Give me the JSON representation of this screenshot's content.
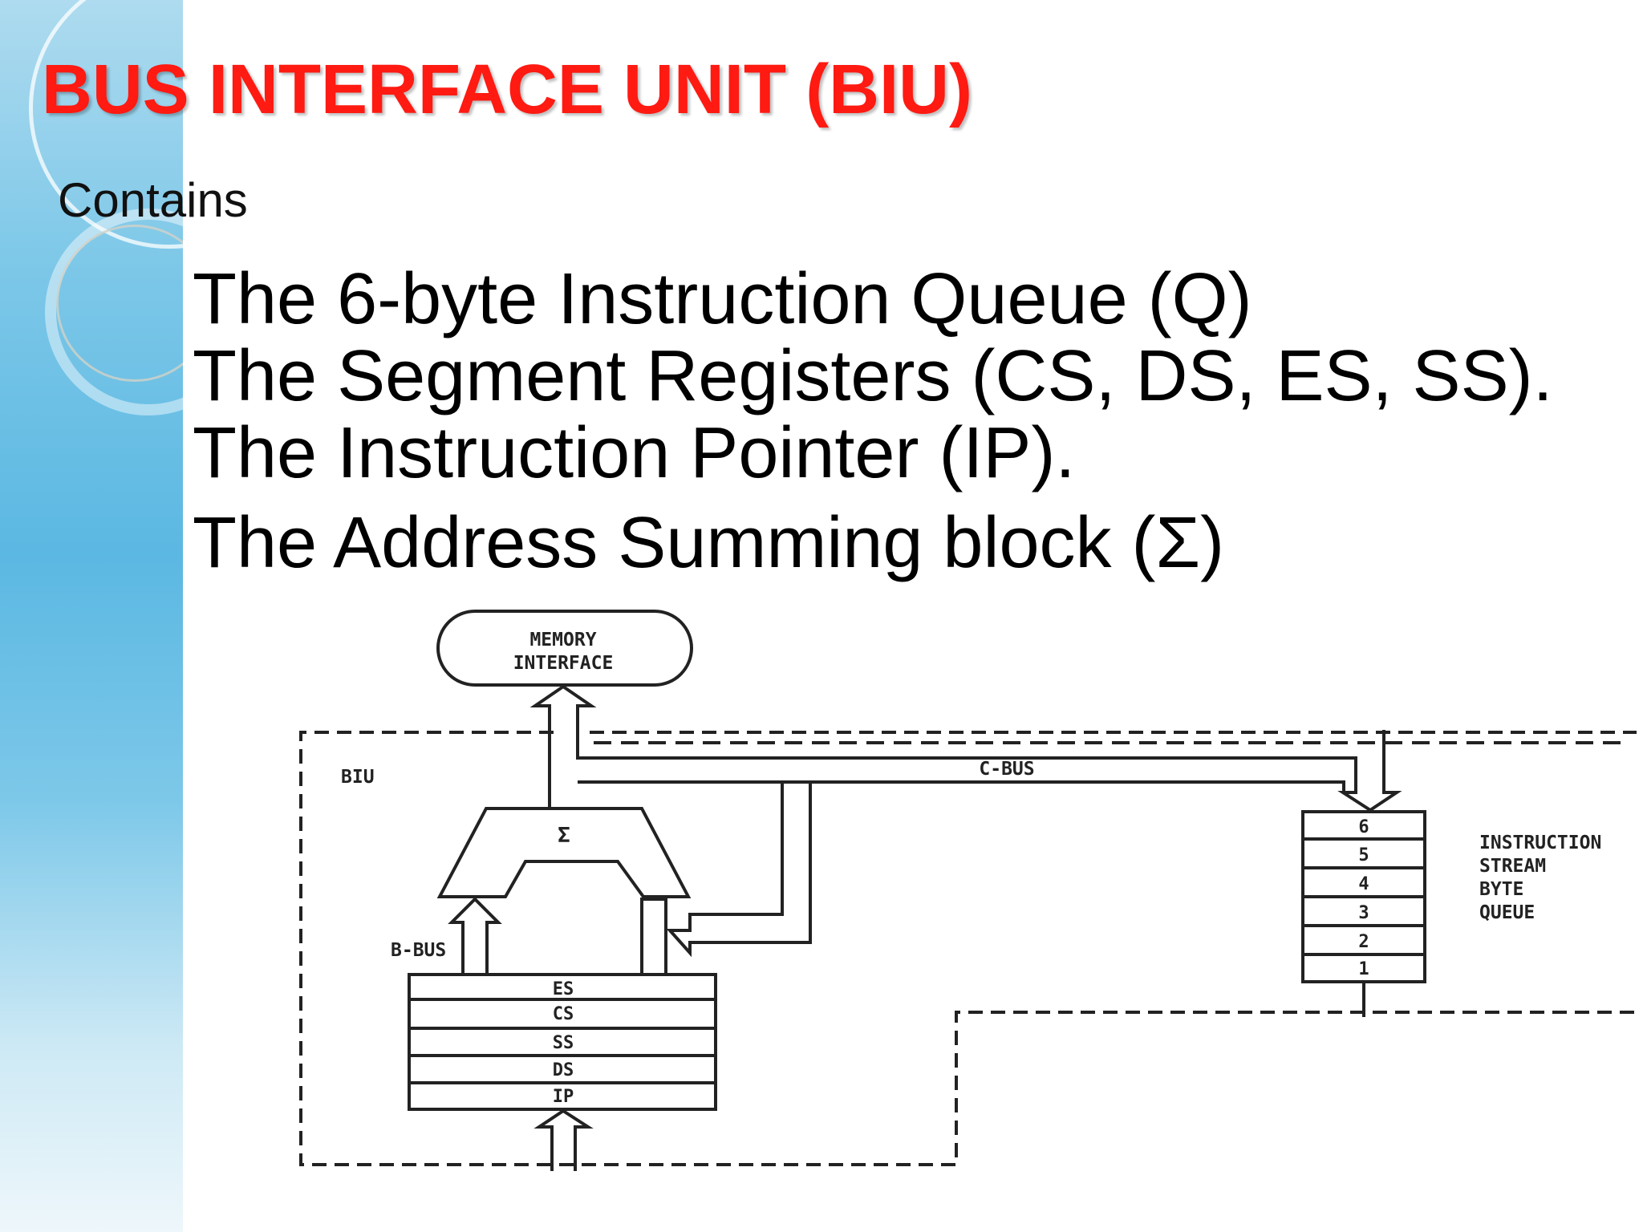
{
  "slide": {
    "title": "BUS INTERFACE UNIT (BIU)",
    "intro": "Contains",
    "bullets": [
      "The 6-byte Instruction Queue (Q)",
      "The Segment Registers (CS, DS, ES, SS).",
      "The Instruction Pointer (IP).",
      "The Address Summing block (Σ)"
    ]
  },
  "diagram": {
    "memory_interface": [
      "MEMORY",
      "INTERFACE"
    ],
    "biu_label": "BIU",
    "c_bus_label": "C-BUS",
    "b_bus_label": "B-BUS",
    "sigma_label": "Σ",
    "registers": [
      "ES",
      "CS",
      "SS",
      "DS",
      "IP"
    ],
    "queue_slots": [
      "6",
      "5",
      "4",
      "3",
      "2",
      "1"
    ],
    "queue_label": [
      "INSTRUCTION",
      "STREAM",
      "BYTE",
      "QUEUE"
    ]
  },
  "colors": {
    "title": "#ff1a12",
    "band_top": "#aedbef",
    "band_mid": "#5bb8e2"
  }
}
